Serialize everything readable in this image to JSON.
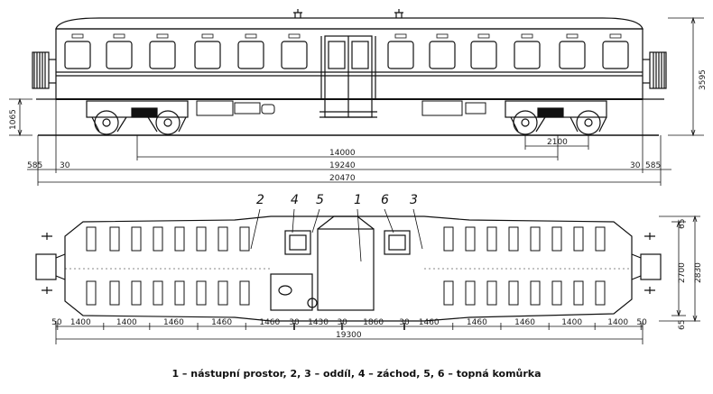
{
  "side_view": {
    "dims": {
      "h_height": "3595",
      "h_floor": "1065",
      "w_bogie": "2100",
      "w_pivots": "14000",
      "w_body": "19240",
      "w_total": "20470",
      "w_buffer_l": "585",
      "w_gap_l": "30",
      "w_gap_r": "30",
      "w_buffer_r": "585"
    }
  },
  "plan_view": {
    "labels": [
      "2",
      "4",
      "5",
      "1",
      "6",
      "3"
    ],
    "dims": {
      "h_top": "65",
      "h_inner": "2700",
      "h_outer": "2830",
      "h_bottom": "65",
      "seg": [
        "50",
        "1400",
        "1400",
        "1460",
        "1460",
        "1460",
        "30",
        "1430",
        "30",
        "1860",
        "30",
        "1460",
        "1460",
        "1460",
        "1400",
        "1400",
        "50"
      ],
      "w_total": "19300"
    }
  },
  "caption": "1 – nástupní prostor, 2, 3 – oddíl, 4 – záchod, 5, 6 – topná komůrka"
}
